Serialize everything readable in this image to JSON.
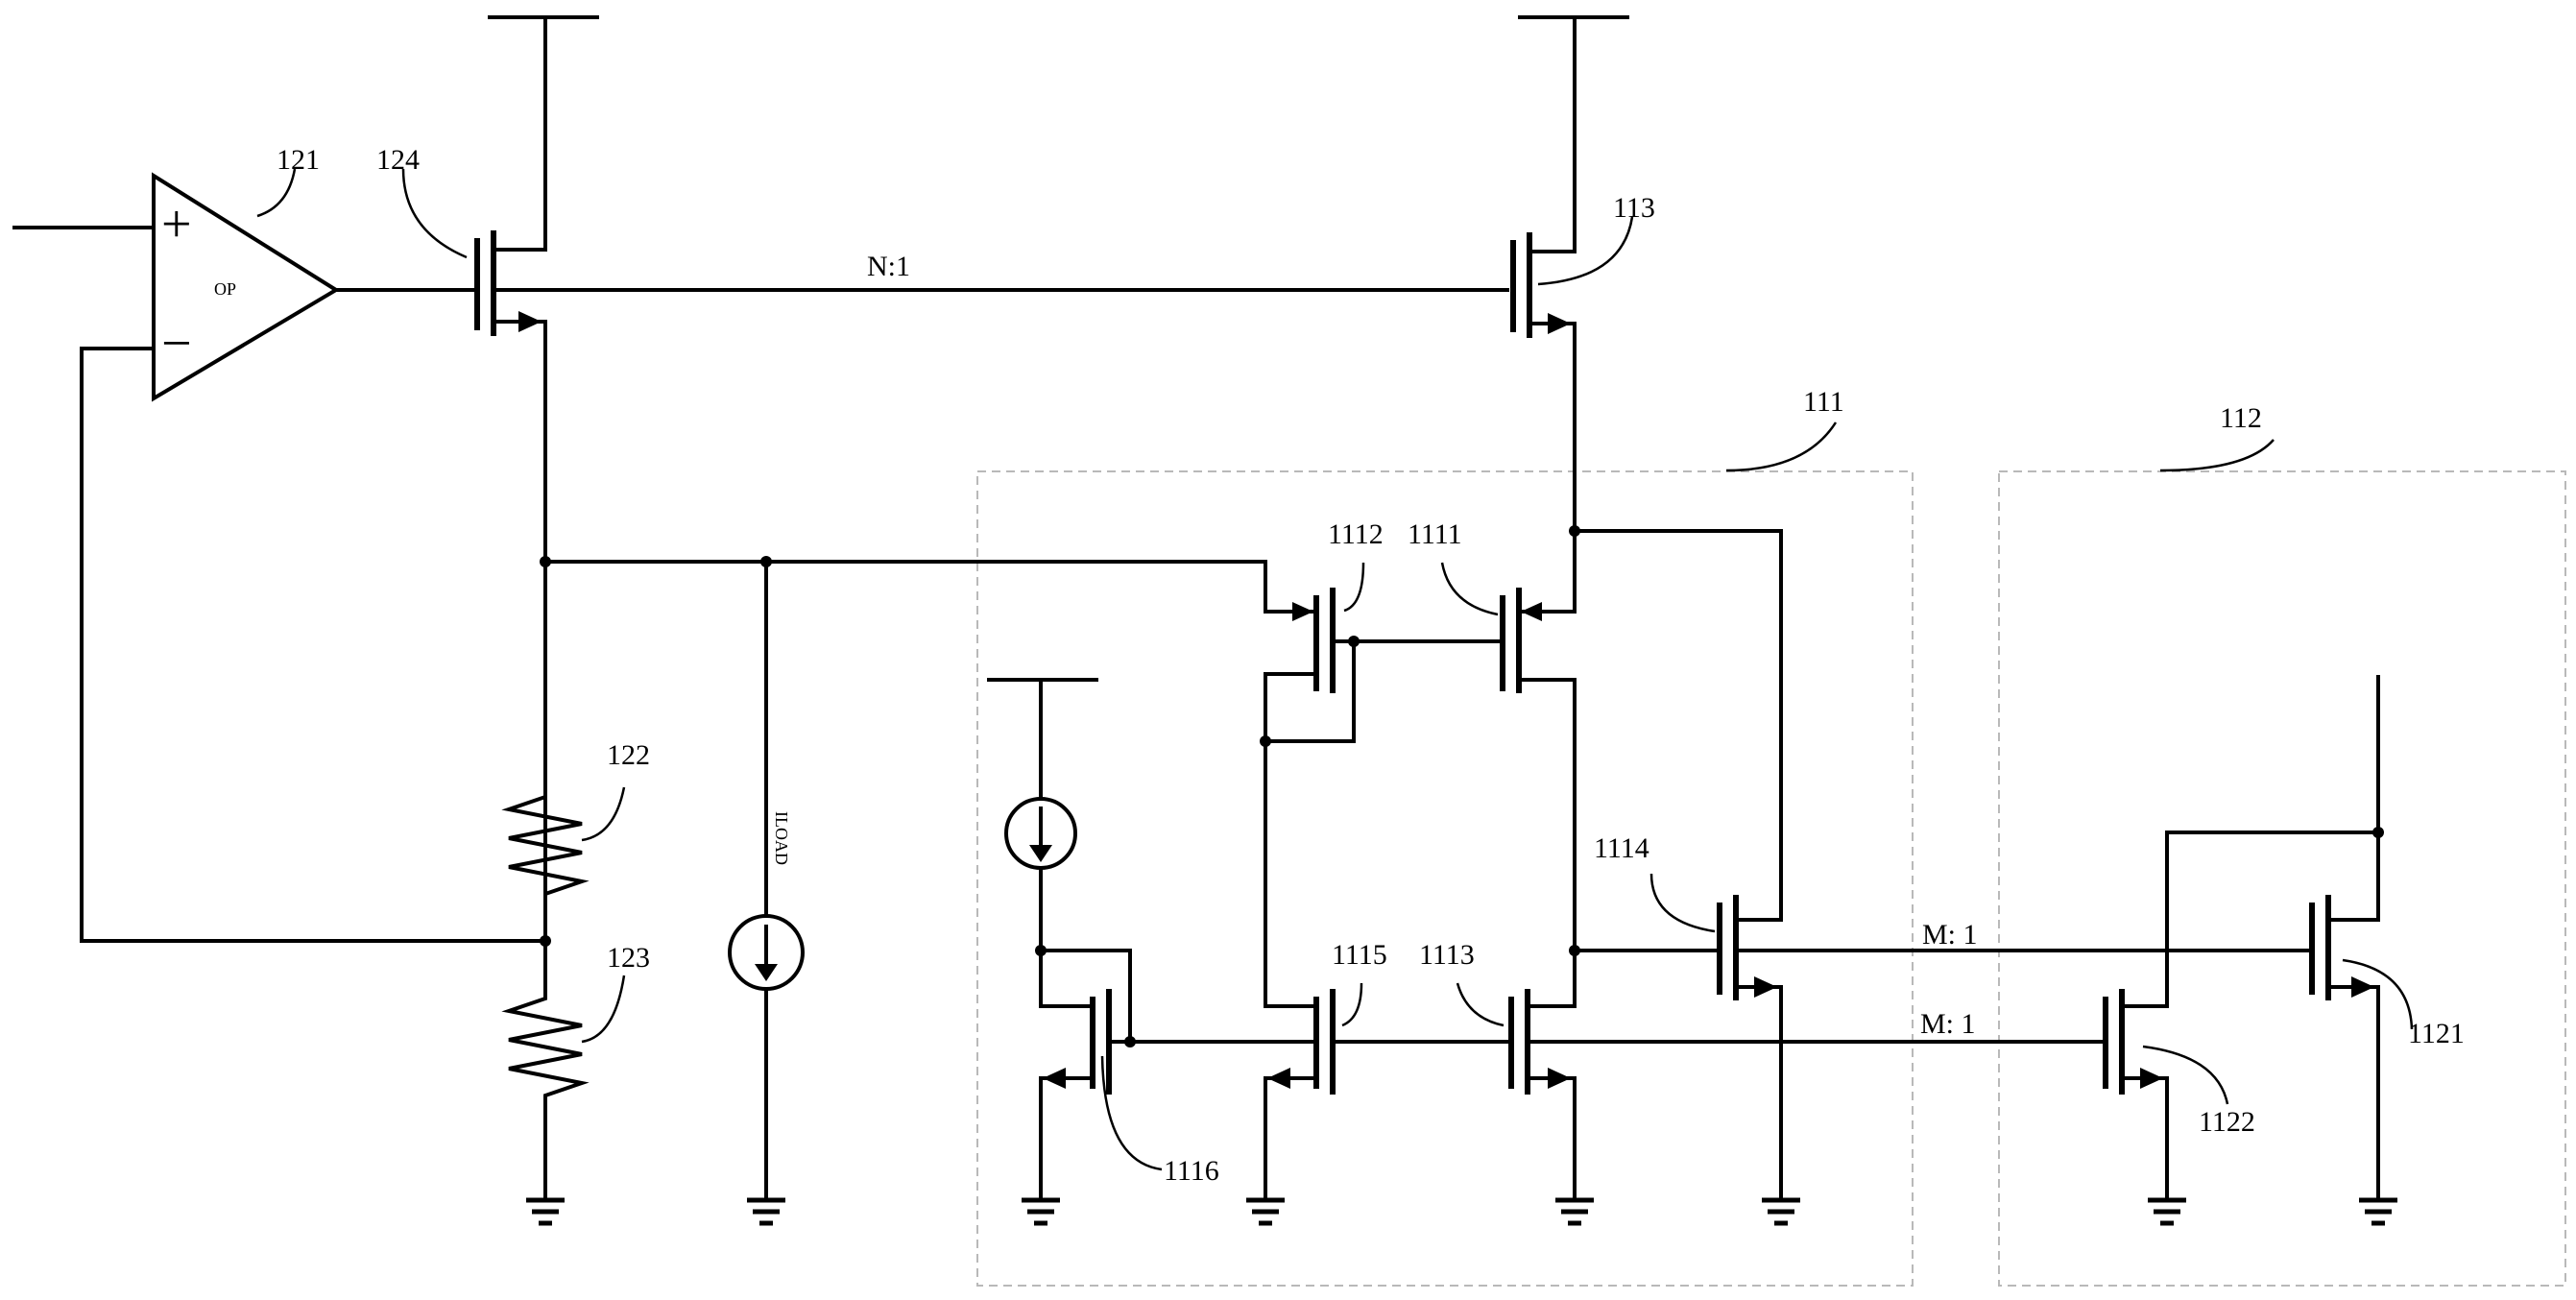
{
  "diagram": {
    "labels": {
      "op_amp": "121",
      "op_amp_text": "OP",
      "plus": "+",
      "minus": "−",
      "t124": "124",
      "t113": "113",
      "ratio_n": "N:1",
      "r122": "122",
      "r123": "123",
      "iload": "ILOAD",
      "block111": "111",
      "block112": "112",
      "t1111": "1111",
      "t1112": "1112",
      "t1113": "1113",
      "t1114": "1114",
      "t1115": "1115",
      "t1116": "1116",
      "t1121": "1121",
      "t1122": "1122",
      "ratio_m_top": "M: 1",
      "ratio_m_bottom": "M: 1"
    }
  }
}
